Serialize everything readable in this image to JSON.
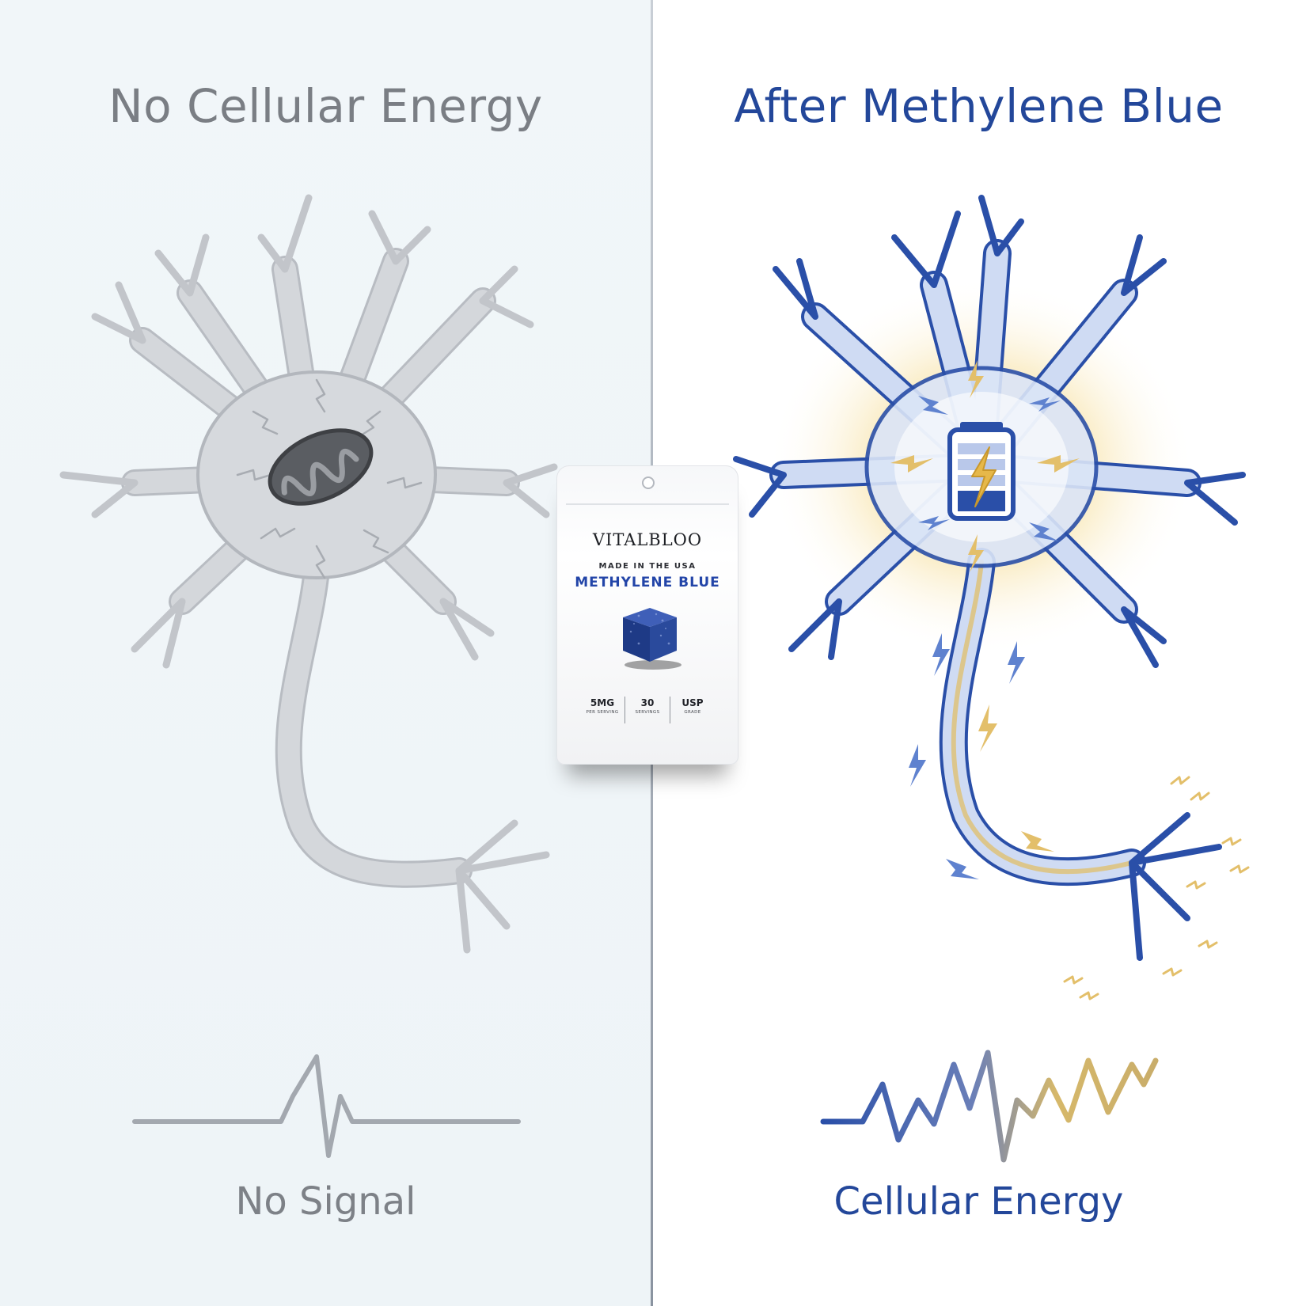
{
  "left": {
    "heading": "No Cellular Energy",
    "caption": "No Signal"
  },
  "right": {
    "heading": "After Methylene Blue",
    "caption": "Cellular Energy"
  },
  "pouch": {
    "brand": "VITALBLOO",
    "origin": "MADE IN THE USA",
    "product": "METHYLENE BLUE",
    "stats": [
      {
        "value": "5MG",
        "label": "PER SERVING"
      },
      {
        "value": "30",
        "label": "SERVINGS"
      },
      {
        "value": "USP",
        "label": "GRADE"
      }
    ]
  },
  "colors": {
    "gray_neuron": "#c4c7cc",
    "gray_outline": "#aeb2b8",
    "blue_outline": "#2a4fa8",
    "blue_fill": "#c7d6f2",
    "gold": "#e3bf6a",
    "heading_gray": "#7a7e84",
    "heading_blue": "#23479a"
  },
  "icons": [
    "mitochondria-icon",
    "battery-charging-icon",
    "lightning-bolt-icon",
    "pulse-flat-icon",
    "pulse-active-icon"
  ]
}
